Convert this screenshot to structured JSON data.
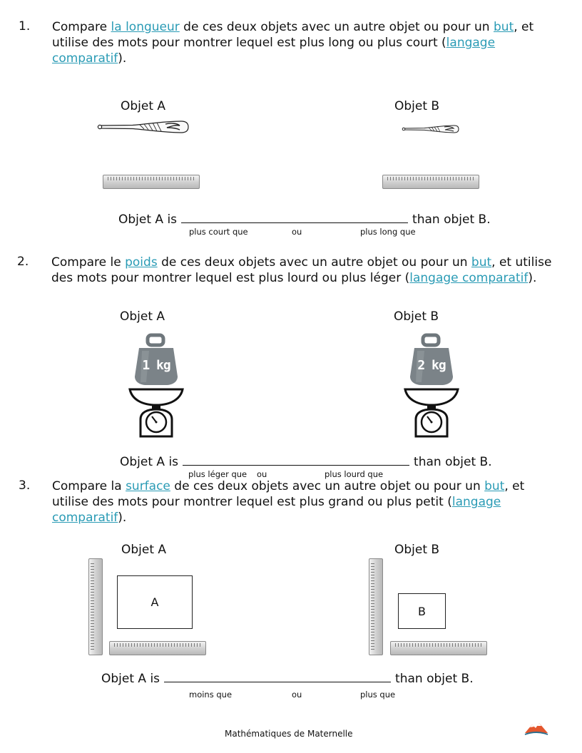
{
  "q1": {
    "number": "1.",
    "line1": {
      "pre": "Compare ",
      "term": "la longueur",
      "mid": " de ces deux objets avec un autre objet ou pour un ",
      "term2": "but",
      "post": ", et"
    },
    "line2": {
      "pre": "utilise des mots pour montrer lequel est plus long ou plus court (",
      "term": "langage"
    },
    "line3": {
      "term": "comparatif",
      "post": ")."
    },
    "object_a_label": "Objet A",
    "object_b_label": "Objet B",
    "sentence": {
      "pre": "Objet A is",
      "post": "than objet B."
    },
    "hints": [
      "plus court que",
      "ou",
      "plus long que"
    ]
  },
  "q2": {
    "number": "2.",
    "line1": {
      "pre": "Compare le ",
      "term": "poids",
      "mid": " de ces deux objets avec un autre objet ou pour un ",
      "term2": "but",
      "post": ", et utilise"
    },
    "line2": {
      "pre": "des mots pour montrer lequel est plus lourd ou plus léger (",
      "term": "langage comparatif",
      "post": ")."
    },
    "object_a_label": "Objet A",
    "object_b_label": "Objet B",
    "weight_a": "1 kg",
    "weight_b": "2 kg",
    "sentence": {
      "pre": "Objet A is",
      "post": "than objet B."
    },
    "hints": [
      "plus léger que",
      "ou",
      "plus lourd que"
    ]
  },
  "q3": {
    "number": "3.",
    "line1": {
      "pre": "Compare la ",
      "term": "surface",
      "mid": " de ces deux objets avec un autre objet ou pour un ",
      "term2": "but",
      "post": ", et"
    },
    "line2": {
      "pre": "utilise des mots pour montrer lequel est plus grand ou plus petit (",
      "term": "langage"
    },
    "line3": {
      "term": "comparatif",
      "post": ")."
    },
    "object_a_label": "Objet A",
    "object_b_label": "Objet B",
    "shape_a": "A",
    "shape_b": "B",
    "sentence": {
      "pre": "Objet A is",
      "post": "than objet B."
    },
    "hints": [
      "moins que",
      "ou",
      "plus que"
    ]
  },
  "footer": {
    "text": "Mathématiques de Maternelle",
    "logo": "mountain-logo"
  },
  "colors": {
    "term": "#2a9bb5",
    "weight": "#7b8388",
    "logo_orange": "#e4572e"
  }
}
